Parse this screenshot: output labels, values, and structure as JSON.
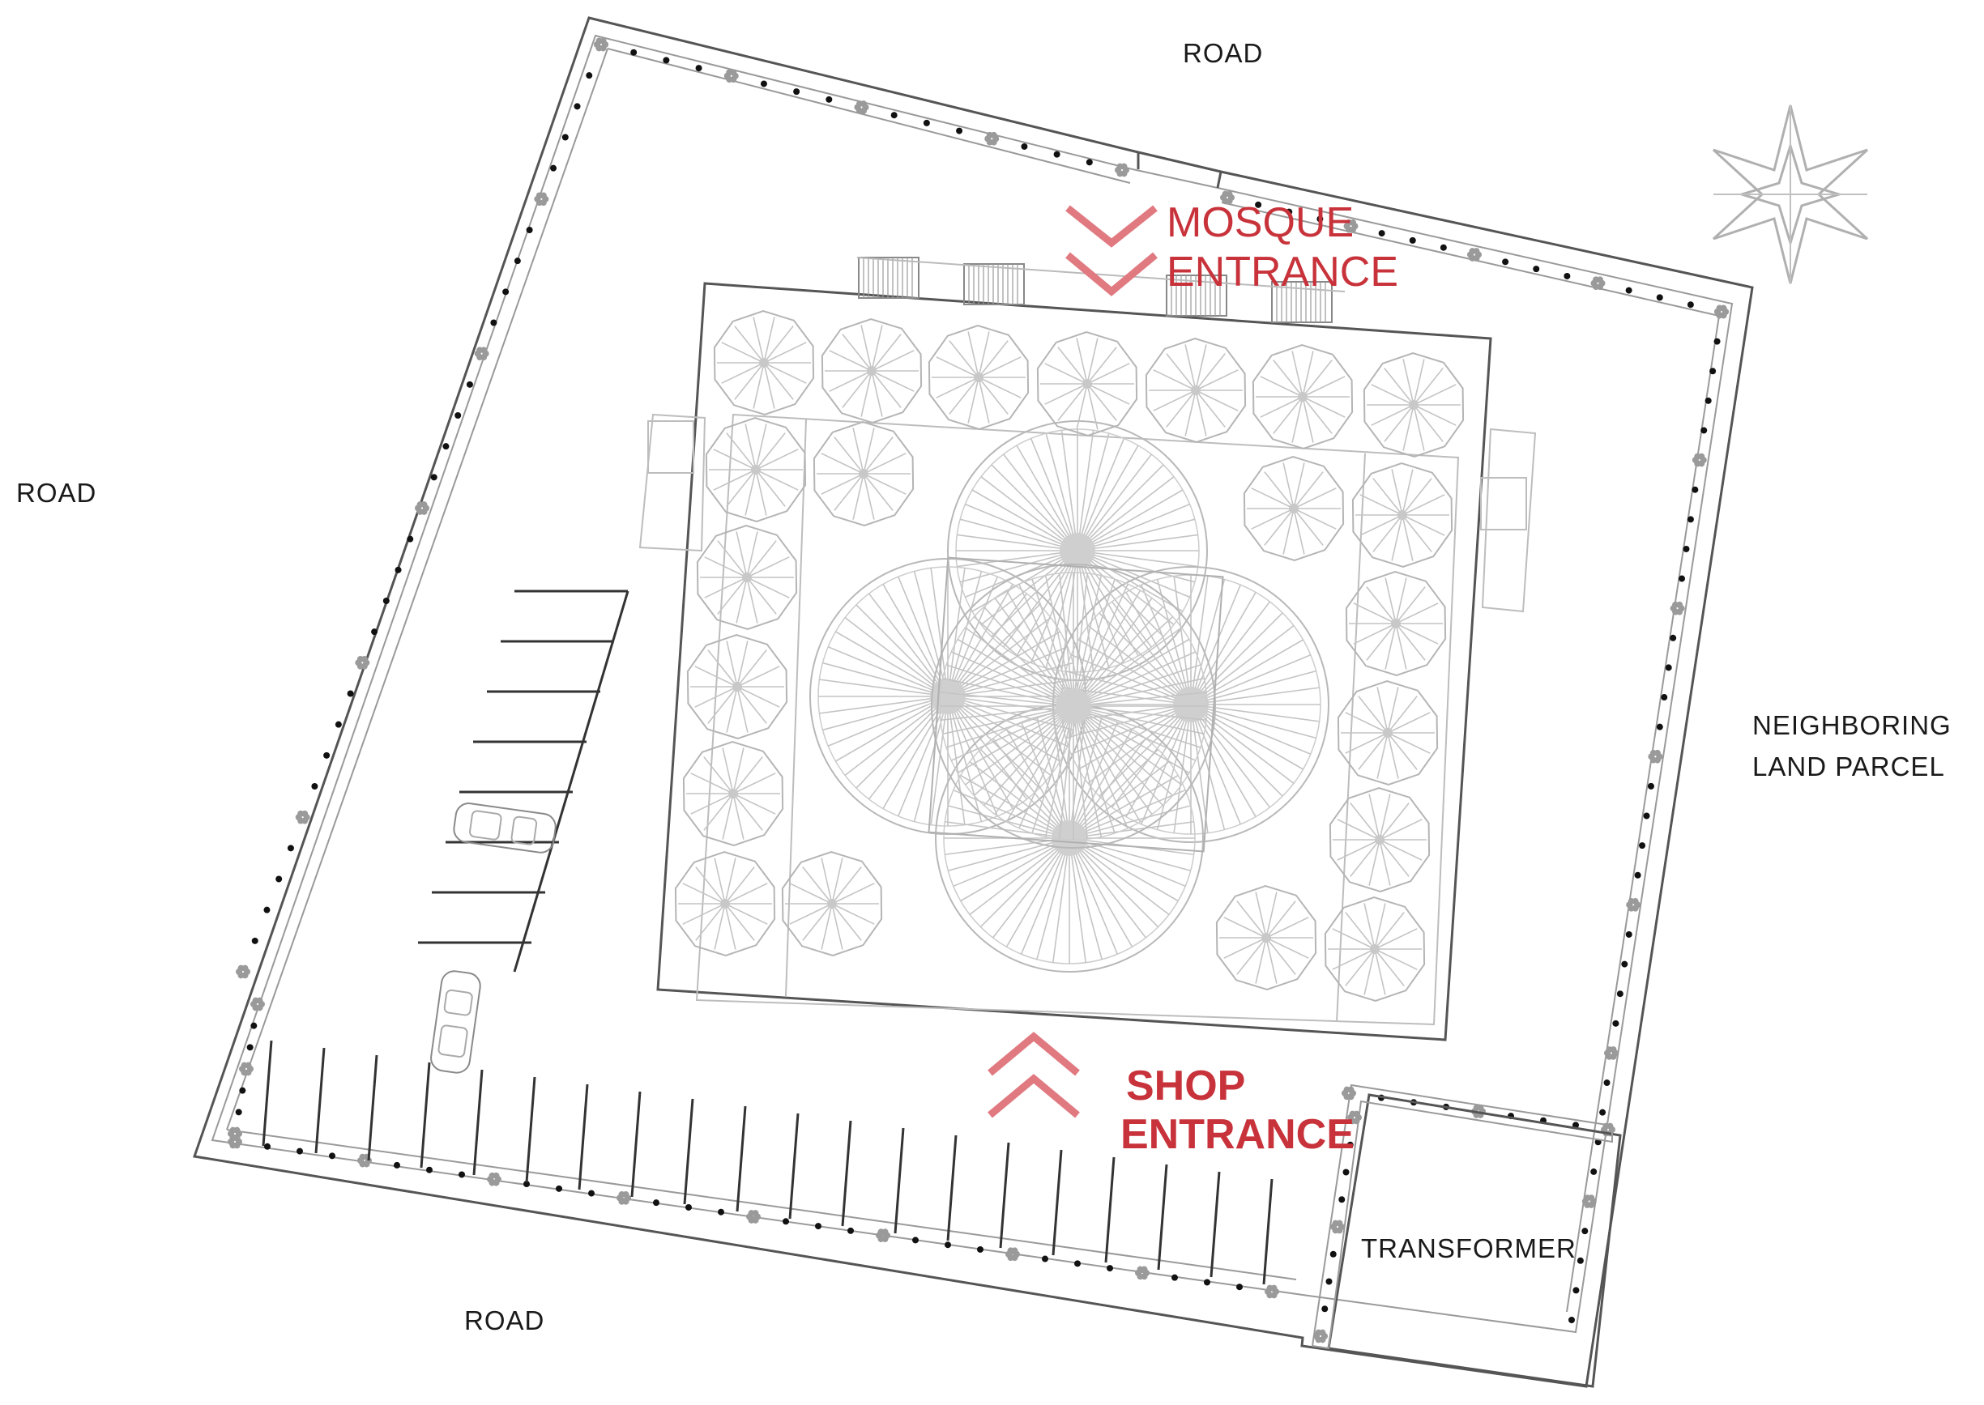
{
  "labels": {
    "road_top": "ROAD",
    "road_left": "ROAD",
    "road_bottom": "ROAD",
    "neighbor_line1": "NEIGHBORING",
    "neighbor_line2": "LAND PARCEL",
    "transformer": "TRANSFORMER",
    "mosque_line1": "MOSQUE",
    "mosque_line2": "ENTRANCE",
    "shop_line1": "SHOP",
    "shop_line2": "ENTRANCE"
  },
  "colors": {
    "entrance_text": "#c8323a",
    "entrance_arrow": "#e07a80",
    "linework": "#555555",
    "light_linework": "#c4c4c4"
  },
  "icons": [
    "north-star-icon",
    "car-icon",
    "tree-icon"
  ]
}
